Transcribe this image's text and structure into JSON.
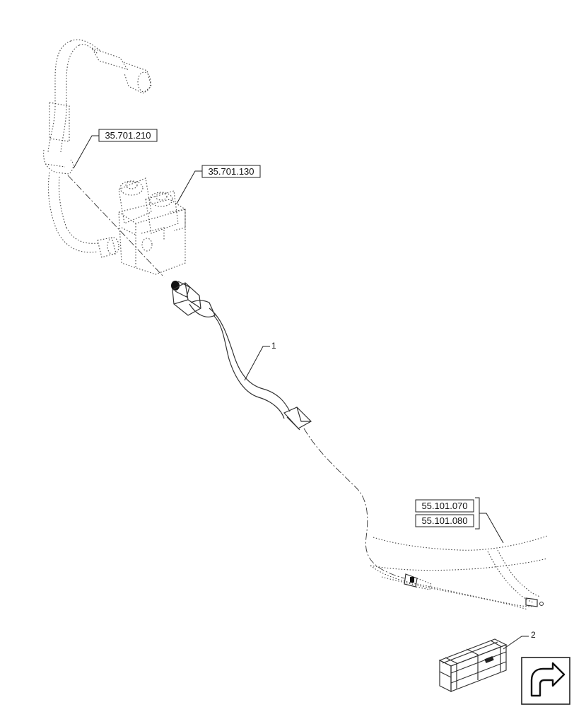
{
  "references": {
    "ref_top": "35.701.210",
    "ref_valve": "35.701.130",
    "ref_harness_a": "55.101.070",
    "ref_harness_b": "55.101.080"
  },
  "callouts": {
    "item_1": "1",
    "item_2": "2"
  },
  "icons": {
    "kit_box": "crate-icon",
    "navigation": "return-arrow-icon"
  }
}
